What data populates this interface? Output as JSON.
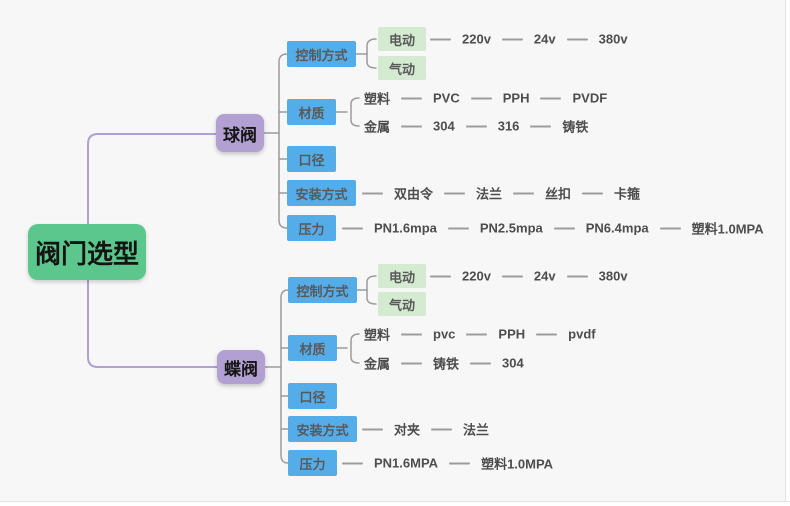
{
  "root_label": "阀门选型",
  "ball": {
    "label": "球阀",
    "control": {
      "label": "控制方式",
      "electric": "电动",
      "pneumatic": "气动",
      "voltages": [
        "220v",
        "24v",
        "380v"
      ]
    },
    "material": {
      "label": "材质",
      "plastic_label": "塑料",
      "plastic_chain": [
        "PVC",
        "PPH",
        "PVDF"
      ],
      "metal_label": "金属",
      "metal_chain": [
        "304",
        "316",
        "铸铁"
      ]
    },
    "diameter": {
      "label": "口径"
    },
    "install": {
      "label": "安装方式",
      "chain": [
        "双由令",
        "法兰",
        "丝扣",
        "卡箍"
      ]
    },
    "pressure": {
      "label": "压力",
      "chain": [
        "PN1.6mpa",
        "PN2.5mpa",
        "PN6.4mpa",
        "塑料1.0MPA"
      ]
    }
  },
  "butterfly": {
    "label": "蝶阀",
    "control": {
      "label": "控制方式",
      "electric": "电动",
      "pneumatic": "气动",
      "voltages": [
        "220v",
        "24v",
        "380v"
      ]
    },
    "material": {
      "label": "材质",
      "plastic_label": "塑料",
      "plastic_chain": [
        "pvc",
        "PPH",
        "pvdf"
      ],
      "metal_label": "金属",
      "metal_chain": [
        "铸铁",
        "304"
      ]
    },
    "diameter": {
      "label": "口径"
    },
    "install": {
      "label": "安装方式",
      "chain": [
        "对夹",
        "法兰"
      ]
    },
    "pressure": {
      "label": "压力",
      "chain": [
        "PN1.6MPA",
        "塑料1.0MPA"
      ]
    }
  },
  "colors": {
    "bg_gray": "#f7f7f7",
    "root_green": "#5bc78c",
    "node_purple": "#b3a0d2",
    "topic_blue": "#54ade9",
    "option_green": "#d5ebd1",
    "line_gray": "#9c9c9c",
    "line_purple": "#b2a0d2"
  }
}
